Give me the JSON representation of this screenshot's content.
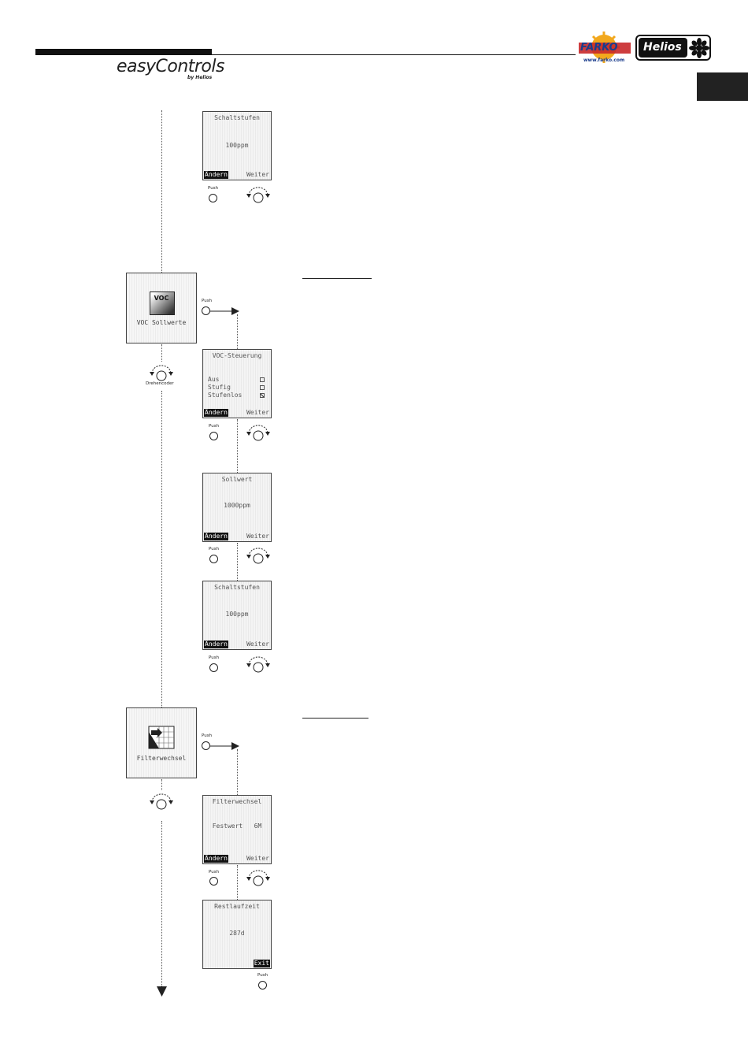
{
  "header": {
    "brand_main": "easyControls",
    "brand_sub": "by Helios",
    "logo_left": "FARKO",
    "logo_left_url": "www.farko.com",
    "logo_right": "Helios"
  },
  "labels": {
    "push": "Push",
    "drehencoder": "Drehencoder"
  },
  "screens": {
    "schaltstufen_top": {
      "title": "Schaltstufen",
      "value": "100ppm",
      "left": "Ändern",
      "right": "Weiter"
    },
    "voc_steuerung": {
      "title": "VOC-Steuerung",
      "options": [
        "Aus",
        "Stufig",
        "Stufenlos"
      ],
      "left": "Ändern",
      "right": "Weiter"
    },
    "sollwert": {
      "title": "Sollwert",
      "value": "1000ppm",
      "left": "Ändern",
      "right": "Weiter"
    },
    "schaltstufen_bottom": {
      "title": "Schaltstufen",
      "value": "100ppm",
      "left": "Ändern",
      "right": "Weiter"
    },
    "filterwechsel": {
      "title": "Filterwechsel",
      "value": "Festwert   6M",
      "left": "Ändern",
      "right": "Weiter"
    },
    "restlaufzeit": {
      "title": "Restlaufzeit",
      "value": "287d",
      "right": "Exit"
    }
  },
  "tiles": {
    "voc": {
      "icon_text": "VOC",
      "label": "VOC Sollwerte"
    },
    "filter": {
      "label": "Filterwechsel"
    }
  }
}
